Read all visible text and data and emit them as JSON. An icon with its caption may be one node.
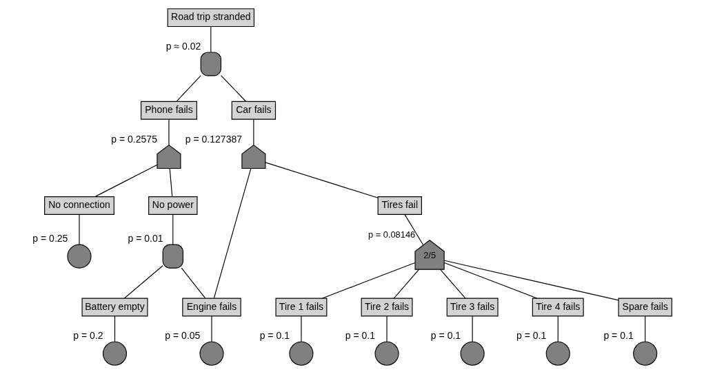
{
  "diagram": {
    "nodes": [
      {
        "text": [
          "Road trip stranded"
        ]
      },
      {
        "text": [],
        "shape": "dome",
        "beside": [
          "p ≈ 0.02"
        ]
      },
      {
        "text": [
          "Phone fails"
        ]
      },
      {
        "text": [
          "Car fails"
        ]
      },
      {
        "text": [],
        "shape": "shield",
        "beside": [
          "p = 0.2575"
        ]
      },
      {
        "text": [],
        "shape": "shield",
        "beside": [
          "p = 0.127387"
        ]
      },
      {
        "text": [
          "No connection"
        ]
      },
      {
        "text": [
          "No power"
        ]
      },
      {
        "text": [
          "Tires fail"
        ]
      },
      {
        "text": [],
        "shape": "circle",
        "beside": [
          "p = 0.25"
        ]
      },
      {
        "text": [],
        "shape": "dome",
        "beside": [
          "p = 0.01"
        ]
      },
      {
        "text": [
          "2/5"
        ],
        "beside": [
          "p = 0.08146"
        ]
      },
      {
        "text": [
          "Battery empty"
        ]
      },
      {
        "text": [
          "Engine fails"
        ]
      },
      {
        "text": [],
        "shape": "circle",
        "beside": [
          "p = 0.2"
        ]
      },
      {
        "text": [],
        "shape": "circle",
        "beside": [
          "p = 0.05"
        ]
      },
      {
        "text": [
          "Tire 1 fails"
        ]
      },
      {
        "text": [
          "Tire 2 fails"
        ]
      },
      {
        "text": [
          "Tire 3 fails"
        ]
      },
      {
        "text": [
          "Tire 4 fails"
        ]
      },
      {
        "text": [
          "Spare fails"
        ]
      },
      {
        "text": [],
        "shape": "circle",
        "beside": [
          "p = 0.1"
        ]
      },
      {
        "text": [],
        "shape": "circle",
        "beside": [
          "p = 0.1"
        ]
      },
      {
        "text": [],
        "shape": "circle",
        "beside": [
          "p = 0.1"
        ]
      },
      {
        "text": [],
        "shape": "circle",
        "beside": [
          "p = 0.1"
        ]
      },
      {
        "text": [],
        "shape": "circle",
        "beside": [
          "p = 0.1"
        ]
      }
    ],
    "edges": [
      {
        "from": 0,
        "to": 1,
        "arrow": "none"
      },
      {
        "from": 1,
        "to": 2,
        "arrow": "none"
      },
      {
        "from": 1,
        "to": 3,
        "arrow": "none"
      },
      {
        "from": 2,
        "to": 4,
        "arrow": "none"
      },
      {
        "from": 3,
        "to": 5,
        "arrow": "none"
      },
      {
        "from": 4,
        "to": 6,
        "arrow": "none"
      },
      {
        "from": 4,
        "to": 7,
        "arrow": "none"
      },
      {
        "from": 5,
        "to": 13,
        "arrow": "none"
      },
      {
        "from": 5,
        "to": 8,
        "arrow": "none"
      },
      {
        "from": 6,
        "to": 9,
        "arrow": "none"
      },
      {
        "from": 7,
        "to": 10,
        "arrow": "none"
      },
      {
        "from": 10,
        "to": 12,
        "arrow": "none"
      },
      {
        "from": 10,
        "to": 13,
        "arrow": "none"
      },
      {
        "from": 8,
        "to": 11,
        "arrow": "none"
      },
      {
        "from": 11,
        "to": 16,
        "arrow": "none"
      },
      {
        "from": 11,
        "to": 17,
        "arrow": "none"
      },
      {
        "from": 11,
        "to": 18,
        "arrow": "none"
      },
      {
        "from": 11,
        "to": 19,
        "arrow": "none"
      },
      {
        "from": 11,
        "to": 20,
        "arrow": "none"
      },
      {
        "from": 12,
        "to": 14,
        "arrow": "none"
      },
      {
        "from": 13,
        "to": 15,
        "arrow": "none"
      },
      {
        "from": 16,
        "to": 21,
        "arrow": "none"
      },
      {
        "from": 17,
        "to": 22,
        "arrow": "none"
      },
      {
        "from": 18,
        "to": 23,
        "arrow": "none"
      },
      {
        "from": 19,
        "to": 24,
        "arrow": "none"
      },
      {
        "from": 20,
        "to": 25,
        "arrow": "none"
      }
    ]
  }
}
